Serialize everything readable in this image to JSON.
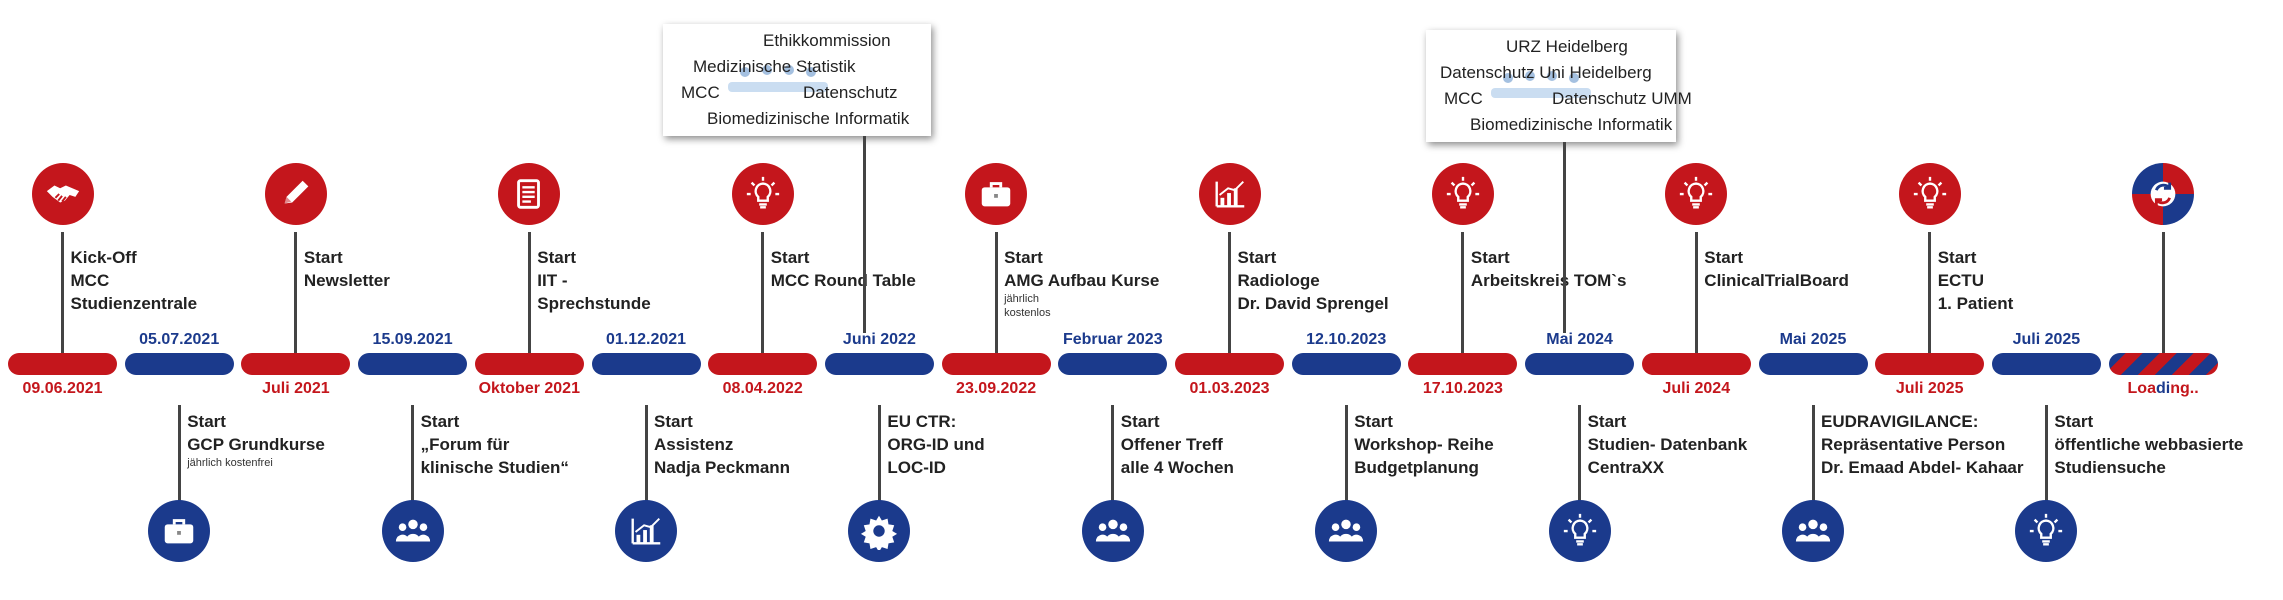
{
  "colors": {
    "red": "#c4161c",
    "blue": "#1b3a8c",
    "line": "#444444"
  },
  "events": [
    {
      "date": "09.06.2021",
      "color": "red",
      "side": "top",
      "icon": "handshake-icon",
      "label": [
        "Kick-Off",
        "MCC",
        "Studienzentrale"
      ],
      "sub": ""
    },
    {
      "date": "05.07.2021",
      "color": "blue",
      "side": "bottom",
      "icon": "briefcase-icon",
      "label": [
        "Start",
        "GCP Grundkurse"
      ],
      "sub": "jährlich kostenfrei"
    },
    {
      "date": "Juli 2021",
      "color": "red",
      "side": "top",
      "icon": "pencil-icon",
      "label": [
        "Start",
        "Newsletter"
      ],
      "sub": ""
    },
    {
      "date": "15.09.2021",
      "color": "blue",
      "side": "bottom",
      "icon": "group-icon",
      "label": [
        "Start",
        "„Forum für",
        "klinische Studien“"
      ],
      "sub": ""
    },
    {
      "date": "Oktober 2021",
      "color": "red",
      "side": "top",
      "icon": "document-icon",
      "label": [
        "Start",
        "IIT -",
        "Sprechstunde"
      ],
      "sub": ""
    },
    {
      "date": "01.12.2021",
      "color": "blue",
      "side": "bottom",
      "icon": "bar-chart-icon",
      "label": [
        "Start",
        "Assistenz",
        "Nadja Peckmann"
      ],
      "sub": ""
    },
    {
      "date": "08.04.2022",
      "color": "red",
      "side": "top",
      "icon": "lightbulb-icon",
      "label": [
        "Start",
        "MCC Round Table"
      ],
      "sub": ""
    },
    {
      "date": "Juni 2022",
      "color": "blue",
      "side": "bottom",
      "icon": "gear-icon",
      "label": [
        "EU CTR:",
        "ORG-ID und",
        "LOC-ID"
      ],
      "sub": ""
    },
    {
      "date": "23.09.2022",
      "color": "red",
      "side": "top",
      "icon": "briefcase-icon",
      "label": [
        "Start",
        "AMG Aufbau Kurse"
      ],
      "sub": "jährlich\nkostenlos"
    },
    {
      "date": "Februar 2023",
      "color": "blue",
      "side": "bottom",
      "icon": "group-icon",
      "label": [
        "Start",
        "Offener Treff",
        "alle 4 Wochen"
      ],
      "sub": ""
    },
    {
      "date": "01.03.2023",
      "color": "red",
      "side": "top",
      "icon": "bar-chart-icon",
      "label": [
        "Start",
        "Radiologe",
        "Dr. David Sprengel"
      ],
      "sub": ""
    },
    {
      "date": "12.10.2023",
      "color": "blue",
      "side": "bottom",
      "icon": "group-icon",
      "label": [
        "Start",
        "Workshop- Reihe",
        "Budgetplanung"
      ],
      "sub": ""
    },
    {
      "date": "17.10.2023",
      "color": "red",
      "side": "top",
      "icon": "lightbulb-icon",
      "label": [
        "Start",
        "Arbeitskreis TOM`s"
      ],
      "sub": ""
    },
    {
      "date": "Mai 2024",
      "color": "blue",
      "side": "bottom",
      "icon": "lightbulb-icon",
      "label": [
        "Start",
        "Studien- Datenbank",
        "CentraXX"
      ],
      "sub": ""
    },
    {
      "date": "Juli 2024",
      "color": "red",
      "side": "top",
      "icon": "lightbulb-icon",
      "label": [
        "Start",
        "ClinicalTrialBoard"
      ],
      "sub": ""
    },
    {
      "date": "Mai 2025",
      "color": "blue",
      "side": "bottom",
      "icon": "group-icon",
      "label": [
        "EUDRAVIGILANCE:",
        "Repräsentative Person",
        "Dr. Emaad Abdel- Kahaar"
      ],
      "sub": ""
    },
    {
      "date": "Juli 2025",
      "color": "red",
      "side": "top",
      "icon": "lightbulb-icon",
      "label": [
        "Start",
        "ECTU",
        "1.  Patient"
      ],
      "sub": ""
    },
    {
      "date": "Juli 2025",
      "color": "blue",
      "side": "bottom",
      "icon": "lightbulb-icon",
      "label": [
        "Start",
        "öffentliche webbasierte",
        "Studiensuche"
      ],
      "sub": ""
    },
    {
      "date": "Loading..",
      "color": "last",
      "side": "top",
      "icon": "refresh-icon",
      "label": [],
      "sub": ""
    }
  ],
  "boxes": [
    {
      "anchor": 6,
      "entries": [
        "Ethikkommission",
        "Medizinische Statistik",
        "MCC",
        "Datenschutz",
        "Biomedizinische Informatik"
      ]
    },
    {
      "anchor": 12,
      "entries": [
        "URZ Heidelberg",
        "Datenschutz Uni Heidelberg",
        "MCC",
        "Datenschutz UMM",
        "Biomedizinische Informatik"
      ]
    }
  ]
}
